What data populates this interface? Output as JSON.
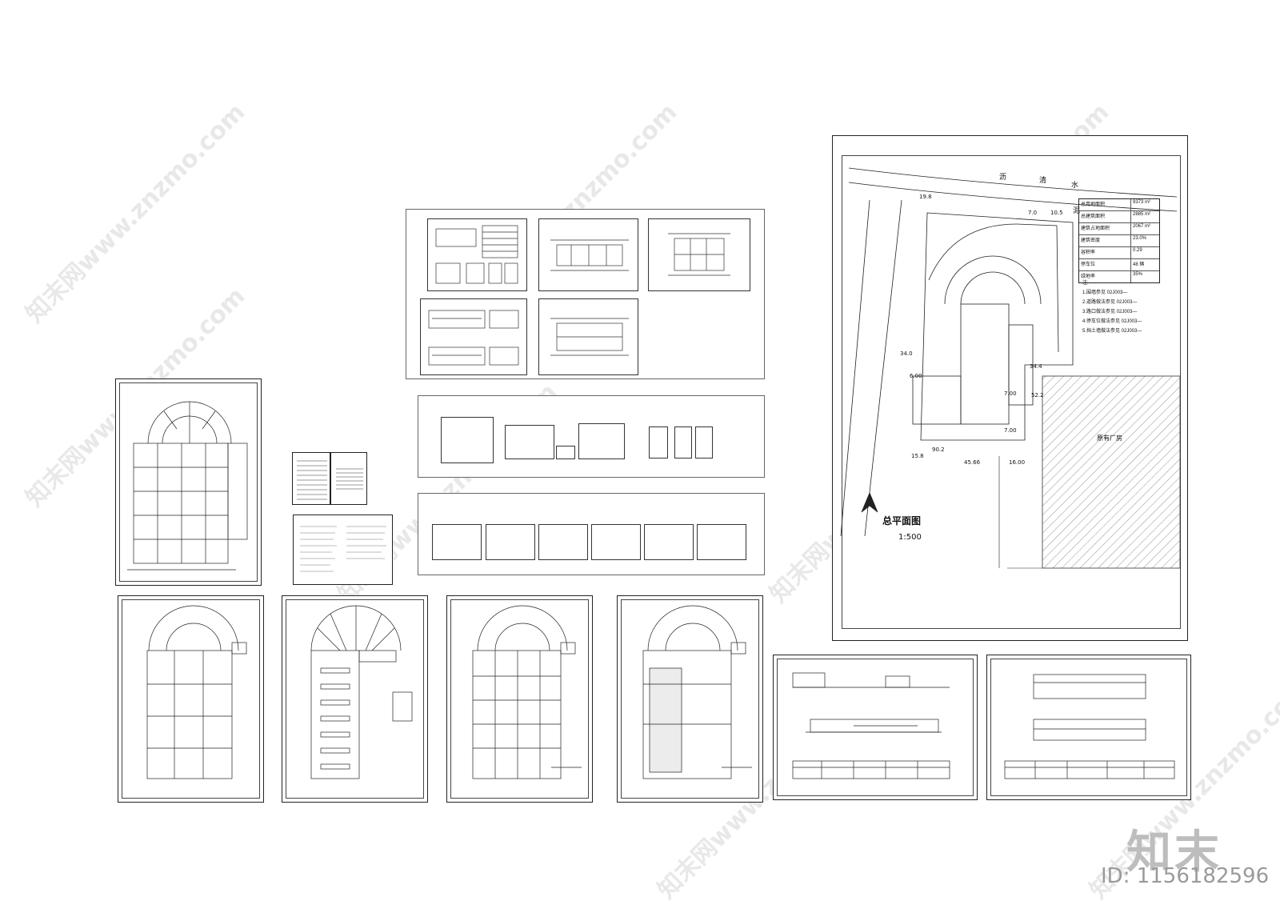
{
  "site_plan": {
    "title": "总平面图",
    "scale": "1:500",
    "road_text": [
      "沥",
      "清",
      "水",
      "泥"
    ],
    "dims": [
      "19.8",
      "7.0",
      "10.5",
      "34.0",
      "90.2",
      "15.8",
      "45.66",
      "16.00",
      "52.2",
      "7.00",
      "7.00",
      "6.00",
      "34.4"
    ],
    "hatched_area_label": "原有厂房",
    "econ_table": [
      {
        "label": "总用地面积",
        "value": "9373 m²"
      },
      {
        "label": "总建筑面积",
        "value": "2885 m²"
      },
      {
        "label": "建筑占地面积",
        "value": "2067 m²"
      },
      {
        "label": "建筑密度",
        "value": "23.0%"
      },
      {
        "label": "容积率",
        "value": "0.29"
      },
      {
        "label": "停车位",
        "value": "48 辆"
      },
      {
        "label": "绿地率",
        "value": "35%"
      }
    ],
    "notes": [
      "注:",
      "1.围墙参见 02J003—",
      "2.道路做法参见 02J003—",
      "3.路口做法参见 02J003—",
      "4.停车位做法参见 02J003—",
      "5.挡土墙做法参见 02J003—"
    ]
  },
  "watermark": {
    "logo": "知末",
    "id": "ID: 1156182596",
    "site": "知末网www.znzmo.com"
  },
  "colors": {
    "line": "#222222",
    "watermark": "#bdbdbd"
  }
}
